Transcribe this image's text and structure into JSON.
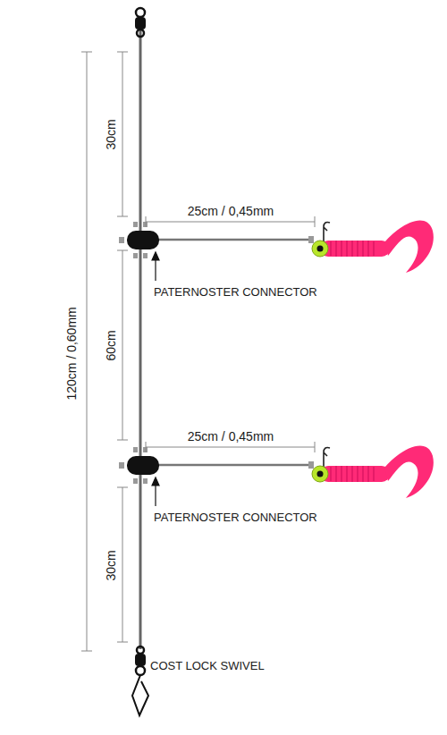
{
  "diagram": {
    "labels": [
      "120cm / 0,60mm",
      "30cm",
      "25cm / 0,45mm",
      "PATERNOSTER CONNECTOR",
      "60cm",
      "25cm / 0,45mm",
      "PATERNOSTER CONNECTOR",
      "30cm",
      "COST LOCK SWIVEL"
    ]
  }
}
